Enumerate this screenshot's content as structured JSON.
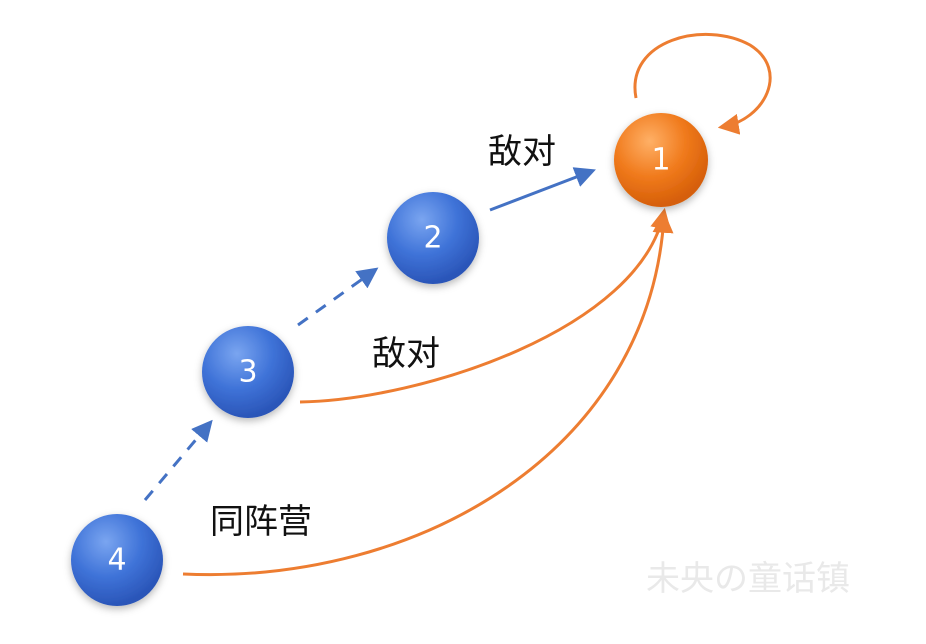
{
  "nodes": [
    {
      "id": "1",
      "label": "1",
      "color": "#f07a1c"
    },
    {
      "id": "2",
      "label": "2",
      "color": "#3f73d8"
    },
    {
      "id": "3",
      "label": "3",
      "color": "#3f73d8"
    },
    {
      "id": "4",
      "label": "4",
      "color": "#3f73d8"
    }
  ],
  "edges": {
    "e2_1": {
      "label": "敌对",
      "color": "#4472c4",
      "style": "solid"
    },
    "e3_1": {
      "label": "敌对",
      "color": "#ed7d31",
      "style": "solid"
    },
    "e4_1": {
      "label": "同阵营",
      "color": "#ed7d31",
      "style": "solid"
    },
    "e3_2": {
      "color": "#4472c4",
      "style": "dashed"
    },
    "e4_3": {
      "color": "#4472c4",
      "style": "dashed"
    },
    "e1_1": {
      "color": "#ed7d31",
      "style": "solid"
    }
  },
  "watermark": "未央の童话镇"
}
